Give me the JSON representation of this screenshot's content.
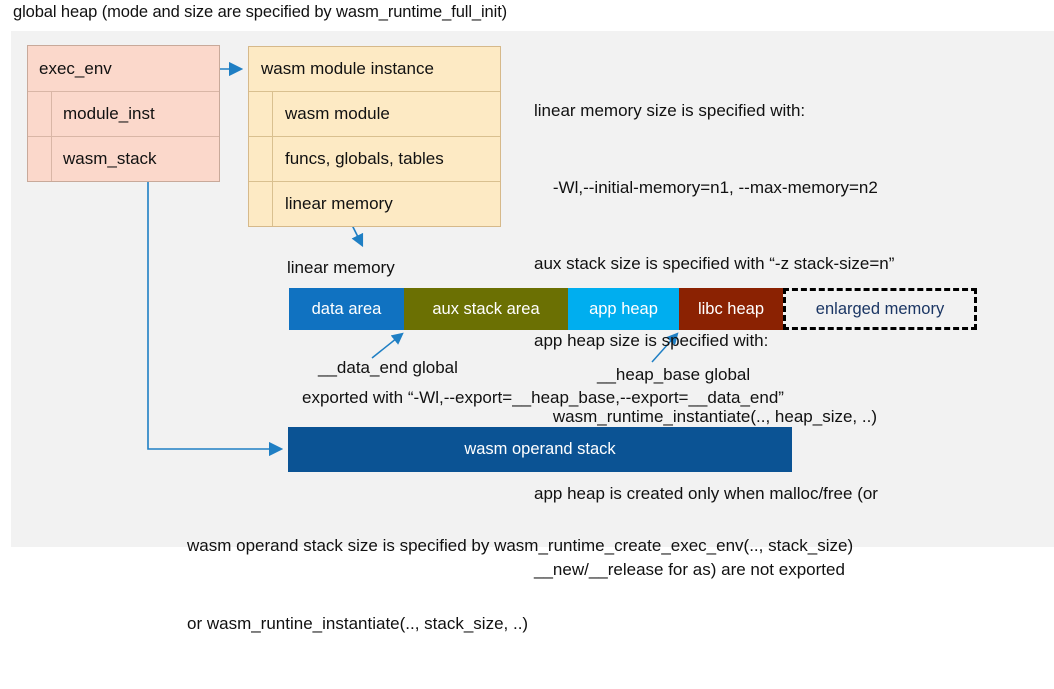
{
  "title": "global heap (mode and size are specified by wasm_runtime_full_init)",
  "exec_env": {
    "header": "exec_env",
    "rows": [
      {
        "label": "module_inst"
      },
      {
        "label": "wasm_stack"
      }
    ]
  },
  "wasm_module_instance": {
    "header": "wasm module instance",
    "rows": [
      {
        "label": "wasm module"
      },
      {
        "label": "funcs, globals, tables"
      },
      {
        "label": "linear memory"
      }
    ]
  },
  "notes": [
    "linear memory size is specified with:",
    "    -Wl,--initial-memory=n1, --max-memory=n2",
    "aux stack size is specified with “-z stack-size=n”",
    "app heap size is specified with:",
    "    wasm_runtime_instantiate(.., heap_size, ..)",
    "app heap is created only when malloc/free (or",
    "__new/__release for as) are not exported"
  ],
  "linear_memory": {
    "label": "linear memory",
    "segments": [
      {
        "label": "data area",
        "color": "#1072c1",
        "width": 115
      },
      {
        "label": "aux stack area",
        "color": "#6b7003",
        "width": 164
      },
      {
        "label": "app heap",
        "color": "#00aeef",
        "width": 111
      },
      {
        "label": "libc heap",
        "color": "#8b2202",
        "width": 104
      },
      {
        "label": "enlarged memory",
        "color": "transparent",
        "width": 194,
        "dashed": true
      }
    ]
  },
  "annotations": {
    "data_end": "__data_end global",
    "heap_base": "__heap_base global",
    "exported": "exported with “-Wl,--export=__heap_base,--export=__data_end”"
  },
  "operand_stack": {
    "label": "wasm operand stack",
    "color": "#0b5394"
  },
  "bottom_note": [
    "wasm operand stack size is specified by wasm_runtime_create_exec_env(.., stack_size)",
    "or wasm_runtine_instantiate(.., stack_size, ..)"
  ],
  "colors": {
    "panel_background": "#f2f2f2",
    "exec_env_fill": "#fbd8cb",
    "module_instance_fill": "#fdeac4",
    "arrow": "#1f7fc4"
  }
}
